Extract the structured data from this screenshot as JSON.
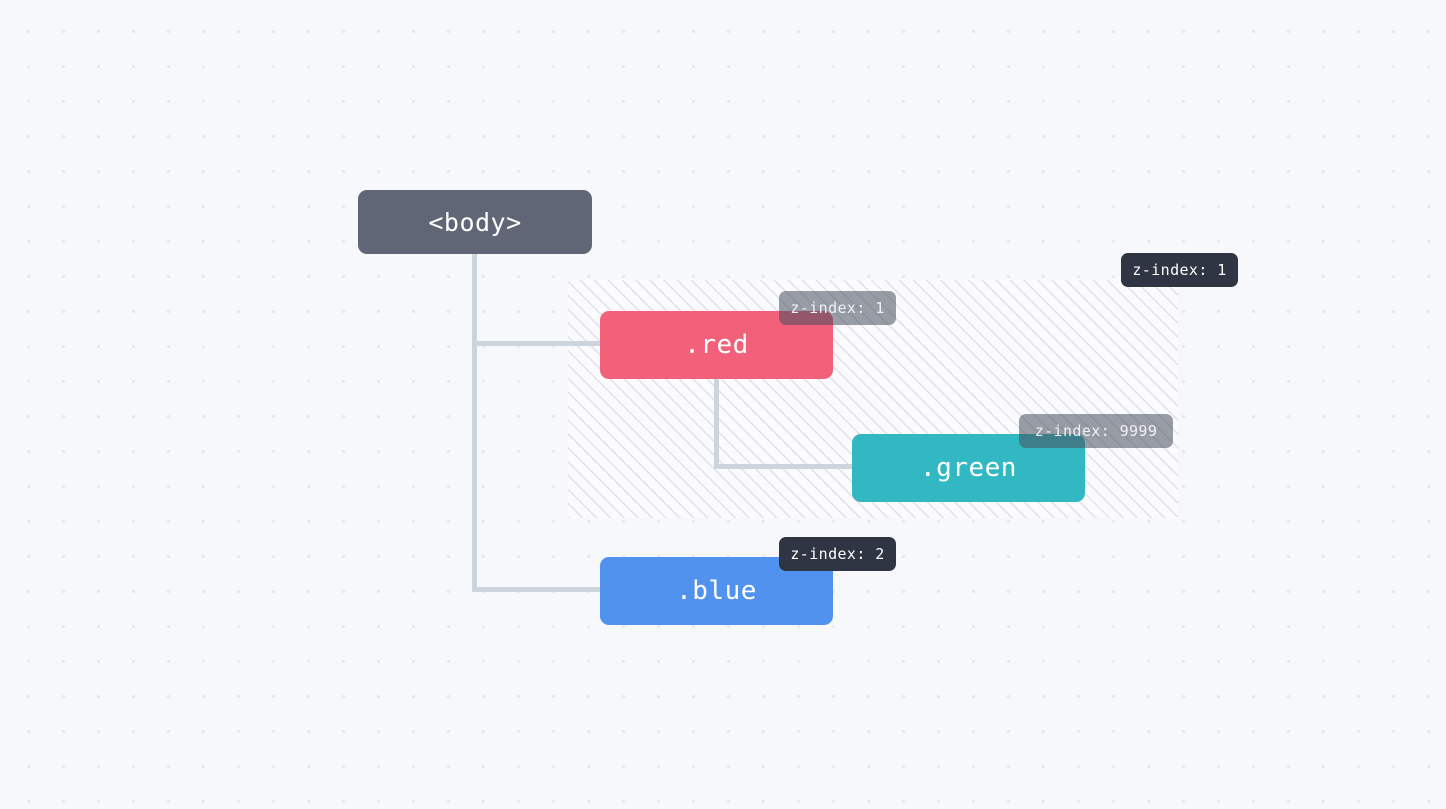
{
  "diagram": {
    "title": "css-stacking-context-tree",
    "background": {
      "color": "#f7f8fb",
      "dot_color": "#e7e7ef"
    },
    "stacking_region": {
      "name": "stacking-context-hatched-area",
      "fill": "#fbfbfd",
      "stripe_color": "#dfe0e8"
    },
    "connector_color": "#ccd4de",
    "nodes": [
      {
        "id": "body",
        "label": "<body>",
        "color": "#606675"
      },
      {
        "id": "red",
        "label": ".red",
        "color": "#f2607a"
      },
      {
        "id": "green",
        "label": ".green",
        "color": "#32b8c2"
      },
      {
        "id": "blue",
        "label": ".blue",
        "color": "#5192ef"
      }
    ],
    "badges": [
      {
        "id": "region",
        "label": "z-index: 1",
        "style": "solid",
        "color": "#2f3542"
      },
      {
        "id": "red",
        "label": "z-index: 1",
        "style": "ghost",
        "color": "#474e5c"
      },
      {
        "id": "green",
        "label": "z-index: 9999",
        "style": "ghost",
        "color": "#474e5c"
      },
      {
        "id": "blue",
        "label": "z-index: 2",
        "style": "solid",
        "color": "#2f3542"
      }
    ]
  }
}
